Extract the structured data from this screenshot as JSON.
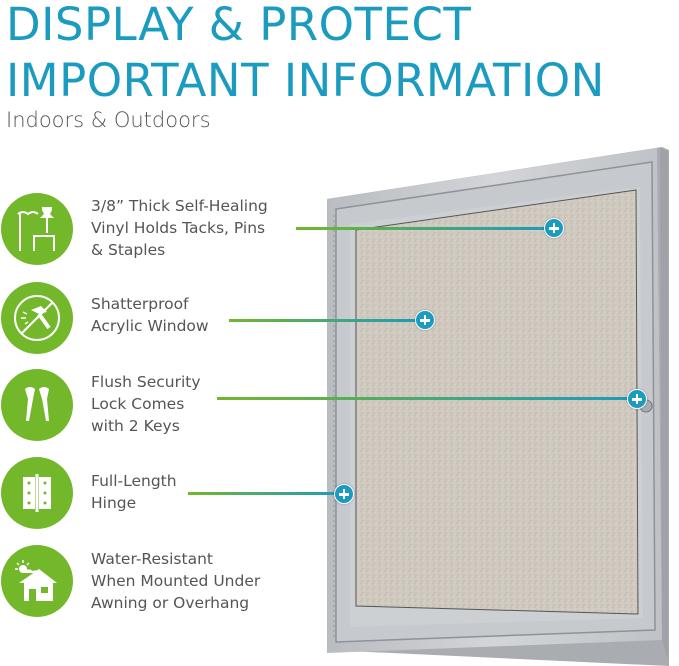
{
  "header": {
    "title_line1": "DISPLAY & PROTECT",
    "title_line2": "IMPORTANT INFORMATION",
    "subtitle": "Indoors & Outdoors"
  },
  "colors": {
    "title": "#1a9bbf",
    "icon_bg": "#73b72b",
    "callout_green": "#73b72b",
    "callout_blue": "#1a9bbf",
    "text": "#555555"
  },
  "features": [
    {
      "icon": "tacks-pins-staples-icon",
      "lines": [
        "3/8” Thick Self-Healing",
        "Vinyl Holds Tacks, Pins",
        "& Staples"
      ]
    },
    {
      "icon": "shatterproof-icon",
      "lines": [
        "Shatterproof",
        "Acrylic Window"
      ]
    },
    {
      "icon": "keys-icon",
      "lines": [
        "Flush Security",
        "Lock Comes",
        "with 2 Keys"
      ]
    },
    {
      "icon": "hinge-icon",
      "lines": [
        "Full-Length",
        "Hinge"
      ]
    },
    {
      "icon": "weather-house-icon",
      "lines": [
        "Water-Resistant",
        "When Mounted Under",
        "Awning or Overhang"
      ]
    }
  ]
}
